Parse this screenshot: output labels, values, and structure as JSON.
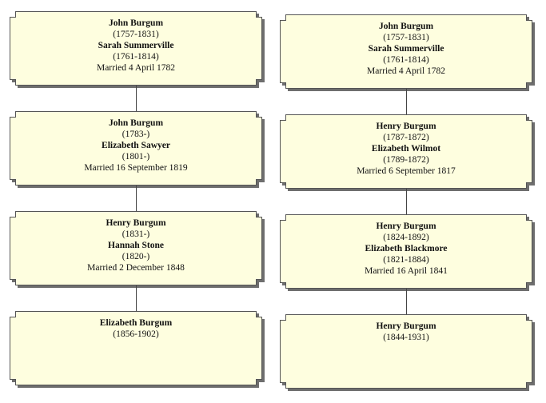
{
  "columns": [
    {
      "nodes": [
        {
          "name1": "John Burgum",
          "dates1": "(1757-1831)",
          "name2": "Sarah Summerville",
          "dates2": "(1761-1814)",
          "marriage": "Married 4 April 1782"
        },
        {
          "name1": "John Burgum",
          "dates1": "(1783-)",
          "name2": "Elizabeth Sawyer",
          "dates2": "(1801-)",
          "marriage": "Married 16 September 1819"
        },
        {
          "name1": "Henry Burgum",
          "dates1": "(1831-)",
          "name2": "Hannah Stone",
          "dates2": "(1820-)",
          "marriage": "Married 2 December 1848"
        },
        {
          "name1": "Elizabeth Burgum",
          "dates1": "(1856-1902)"
        }
      ]
    },
    {
      "nodes": [
        {
          "name1": "John Burgum",
          "dates1": "(1757-1831)",
          "name2": "Sarah Summerville",
          "dates2": "(1761-1814)",
          "marriage": "Married 4 April 1782"
        },
        {
          "name1": "Henry Burgum",
          "dates1": "(1787-1872)",
          "name2": "Elizabeth Wilmot",
          "dates2": "(1789-1872)",
          "marriage": "Married 6 September 1817"
        },
        {
          "name1": "Henry Burgum",
          "dates1": "(1824-1892)",
          "name2": "Elizabeth Blackmore",
          "dates2": "(1821-1884)",
          "marriage": "Married 16 April 1841"
        },
        {
          "name1": "Henry Burgum",
          "dates1": "(1844-1931)"
        }
      ]
    }
  ]
}
